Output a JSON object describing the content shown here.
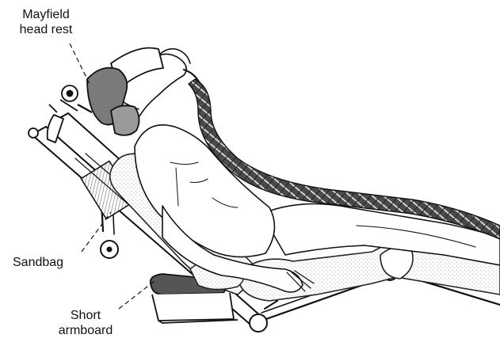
{
  "labels": {
    "mayfield": [
      "Mayfield",
      "head rest"
    ],
    "sandbag": "Sandbag",
    "armboard": [
      "Short",
      "armboard"
    ]
  },
  "colors": {
    "ink": "#111111",
    "shade": "#8a8a8a",
    "padding": "#b9b9b9",
    "background": "#ffffff"
  }
}
